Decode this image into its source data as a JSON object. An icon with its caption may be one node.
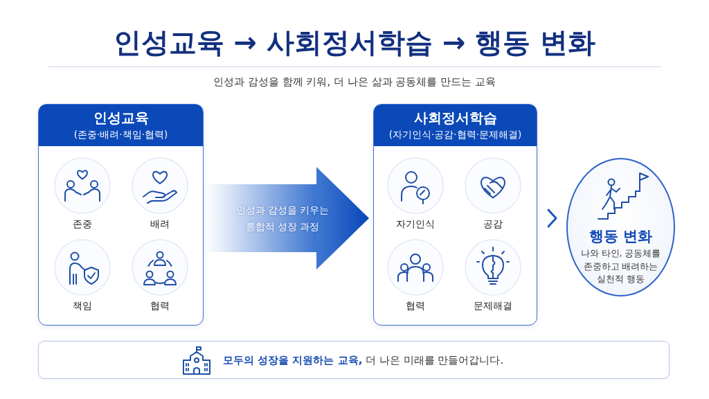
{
  "diagram": {
    "title": "인성교육 → 사회정서학습 → 행동 변화",
    "nodes": [
      {
        "text": [
          "인성교육",
          "(존중·배려·책임·협력)"
        ]
      },
      {
        "text": [
          "존중"
        ],
        "in": 0
      },
      {
        "text": [
          "배려"
        ],
        "in": 0
      },
      {
        "text": [
          "책임"
        ],
        "in": 0
      },
      {
        "text": [
          "협력"
        ],
        "in": 0
      },
      {
        "text": [
          "사회정서학습",
          "(자기인식·공감·협력·문제해결)"
        ]
      },
      {
        "text": [
          "자기인식"
        ],
        "in": 5
      },
      {
        "text": [
          "공감"
        ],
        "in": 5
      },
      {
        "text": [
          "협력"
        ],
        "in": 5
      },
      {
        "text": [
          "문제해결"
        ],
        "in": 5
      },
      {
        "text": [
          "행동 변화",
          "나와 타인, 공동체를 존중하고 배려하는 실천적 행동"
        ]
      },
      {
        "text": [
          "**모두의 성장을 지원하는 교육,** 더 나은 미래를 만들어갑니다."
        ]
      }
    ],
    "edges": [
      {
        "from": 0,
        "to": 5,
        "arrow": "to",
        "label": "인성과 감성을 키우는 통합적 성장 과정",
        "style": "thick"
      },
      {
        "from": 5,
        "to": 10,
        "arrow": "to"
      }
    ],
    "labels": [
      "인성과 감성을 함께 키워, 더 나은 삶과 공동체를 만드는 교육"
    ]
  }
}
